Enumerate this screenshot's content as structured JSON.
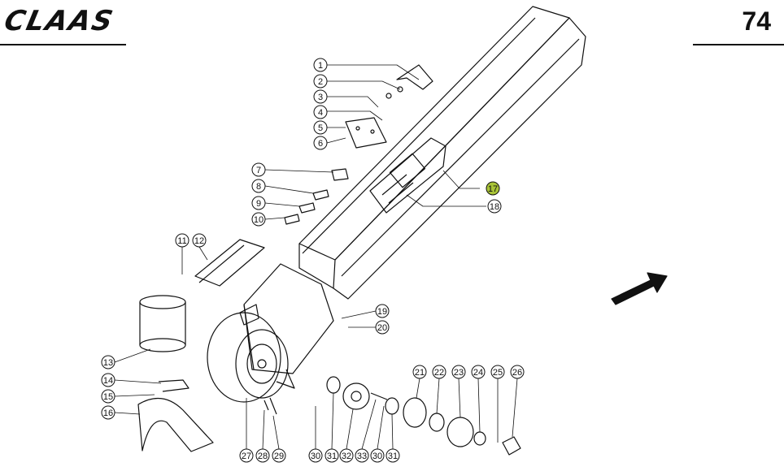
{
  "header": {
    "brand": "CLAAS",
    "page_number": "74"
  },
  "colors": {
    "ink": "#111111",
    "highlight": "#a9c437"
  },
  "callouts": [
    {
      "label": "1"
    },
    {
      "label": "2"
    },
    {
      "label": "3"
    },
    {
      "label": "4"
    },
    {
      "label": "5"
    },
    {
      "label": "6"
    },
    {
      "label": "7"
    },
    {
      "label": "8"
    },
    {
      "label": "9"
    },
    {
      "label": "10"
    },
    {
      "label": "11"
    },
    {
      "label": "12"
    },
    {
      "label": "13"
    },
    {
      "label": "14"
    },
    {
      "label": "15"
    },
    {
      "label": "16"
    },
    {
      "label": "17",
      "highlighted": true
    },
    {
      "label": "18"
    },
    {
      "label": "19"
    },
    {
      "label": "20"
    },
    {
      "label": "21"
    },
    {
      "label": "22"
    },
    {
      "label": "23"
    },
    {
      "label": "24"
    },
    {
      "label": "25"
    },
    {
      "label": "26"
    },
    {
      "label": "27"
    },
    {
      "label": "28"
    },
    {
      "label": "29"
    },
    {
      "label": "30"
    },
    {
      "label": "31"
    },
    {
      "label": "32"
    },
    {
      "label": "33"
    },
    {
      "label": "30"
    },
    {
      "label": "31"
    }
  ]
}
